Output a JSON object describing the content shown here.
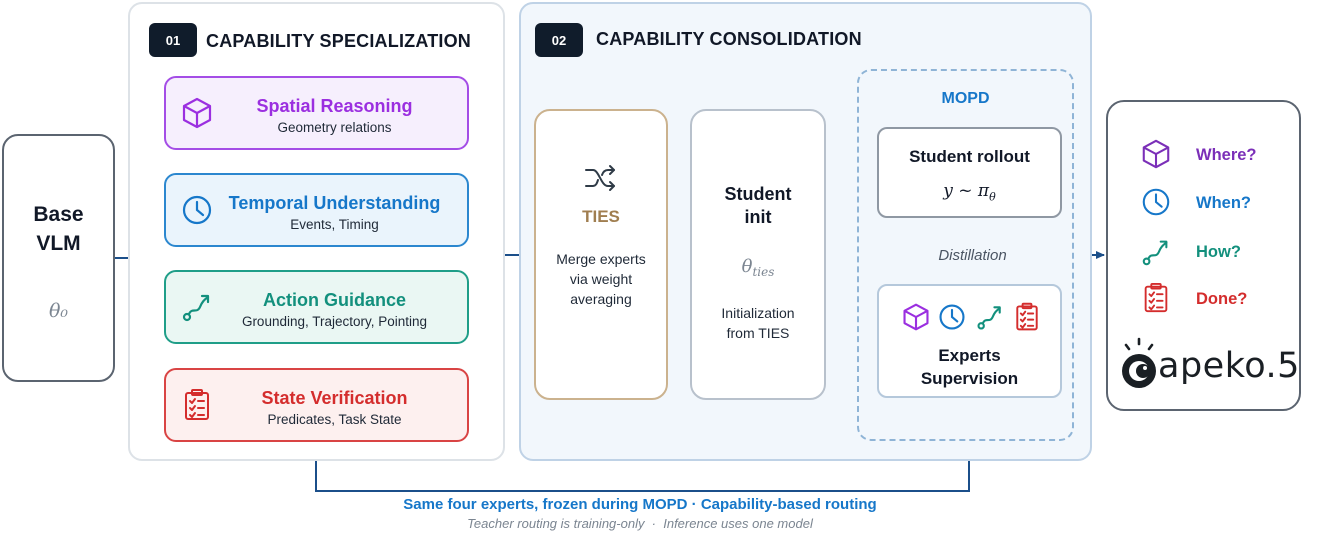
{
  "base": {
    "title_line1": "Base",
    "title_line2": "VLM",
    "param": "θ₀"
  },
  "stage1": {
    "number": "01",
    "title": "CAPABILITY SPECIALIZATION"
  },
  "stage2": {
    "number": "02",
    "title": "CAPABILITY CONSOLIDATION"
  },
  "experts": [
    {
      "title": "Spatial Reasoning",
      "subtitle": "Geometry relations",
      "icon": "cube-icon",
      "color": "#9b2fe0",
      "bg": "#f6effd",
      "border": "#a44de6"
    },
    {
      "title": "Temporal Understanding",
      "subtitle": "Events, Timing",
      "icon": "clock-icon",
      "color": "#1677c9",
      "bg": "#eaf4fc",
      "border": "#2b87cf"
    },
    {
      "title": "Action Guidance",
      "subtitle": "Grounding, Trajectory, Pointing",
      "icon": "trajectory-icon",
      "color": "#13907d",
      "bg": "#eaf7f3",
      "border": "#1f9e88"
    },
    {
      "title": "State Verification",
      "subtitle": "Predicates, Task State",
      "icon": "checklist-icon",
      "color": "#d42d2d",
      "bg": "#fdf0ef",
      "border": "#d94444"
    }
  ],
  "ties": {
    "title": "TIES",
    "desc_line1": "Merge experts",
    "desc_line2": "via weight",
    "desc_line3": "averaging",
    "icon": "shuffle-icon",
    "color": "#a07e50"
  },
  "student_init": {
    "title_line1": "Student",
    "title_line2": "init",
    "param_base": "θ",
    "param_sub": "ties",
    "desc_line1": "Initialization",
    "desc_line2": "from TIES"
  },
  "mopd": {
    "label": "MOPD",
    "rollout_title": "Student rollout",
    "rollout_formula_y": "y",
    "rollout_formula_op": "~",
    "rollout_formula_pi": "π",
    "rollout_formula_sub": "θ",
    "distillation": "Distillation",
    "supervision_line1": "Experts",
    "supervision_line2": "Supervision"
  },
  "output": {
    "questions": [
      {
        "label": "Where?",
        "icon": "cube-icon",
        "color": "#7b2fb8"
      },
      {
        "label": "When?",
        "icon": "clock-icon",
        "color": "#1677c9"
      },
      {
        "label": "How?",
        "icon": "trajectory-icon",
        "color": "#13907d"
      },
      {
        "label": "Done?",
        "icon": "checklist-icon",
        "color": "#d42d2d"
      }
    ],
    "logo_text": "apeko.5"
  },
  "footer": {
    "main": "Same four experts, frozen during MOPD · Capability-based routing",
    "note": "Teacher routing is training-only  ·  Inference uses one model"
  },
  "colors": {
    "accent": "#1b4f8a",
    "footer_main": "#1677c9",
    "footer_note": "#7b8591"
  }
}
